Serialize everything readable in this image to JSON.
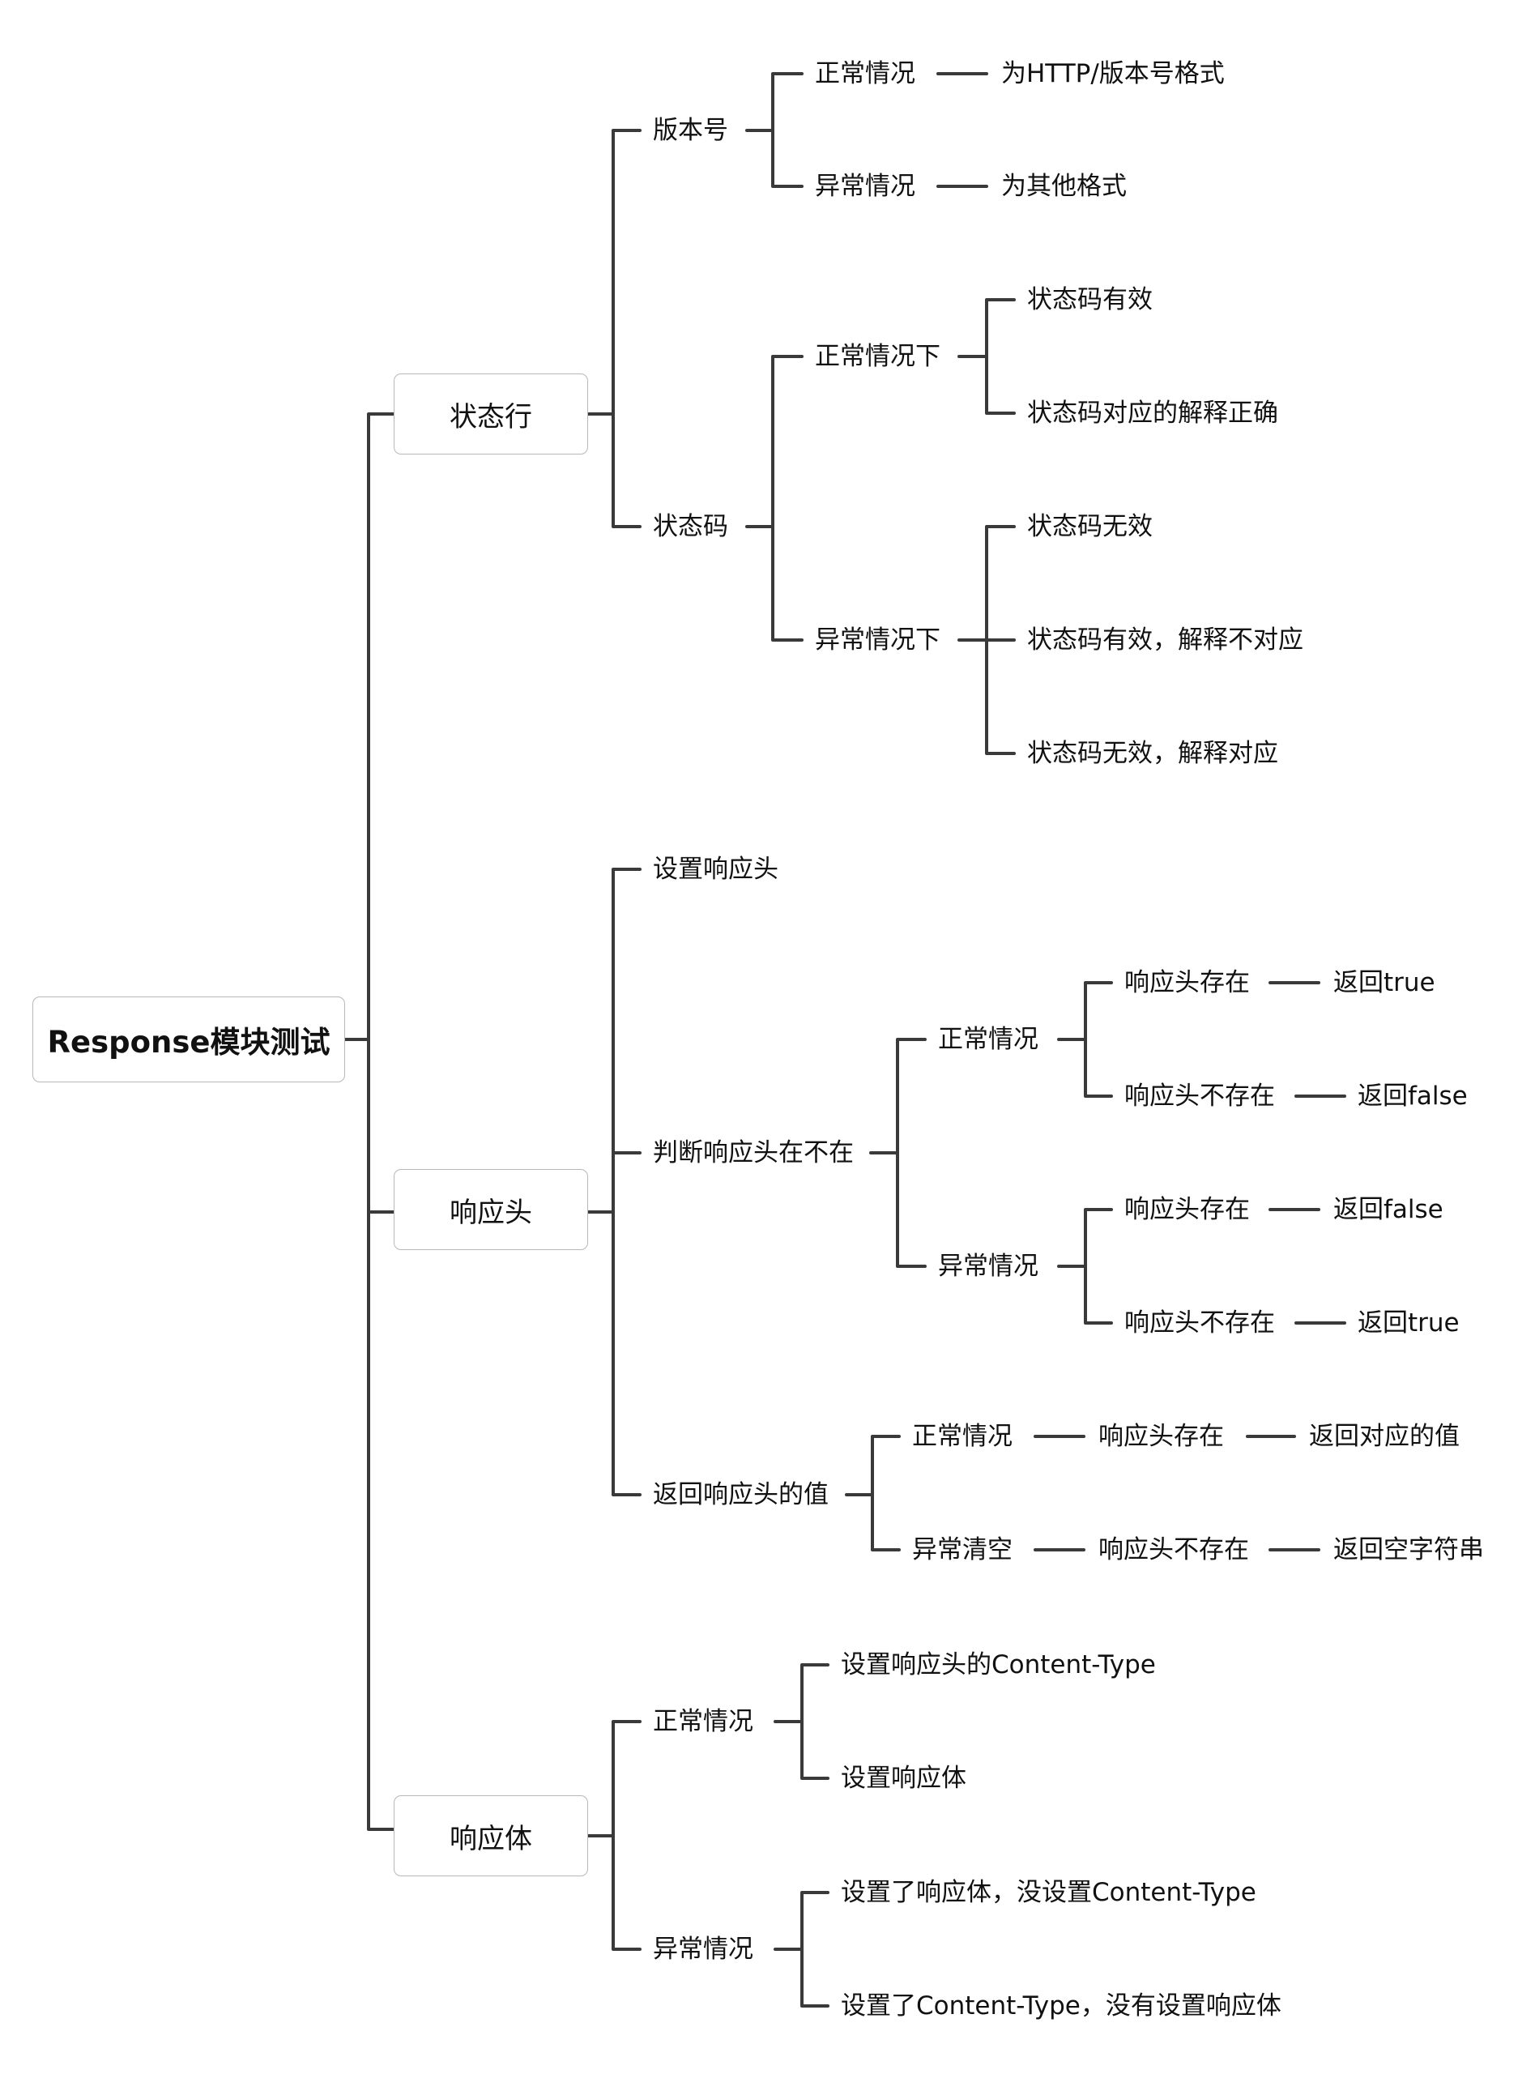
{
  "root": "Response模块测试",
  "branches": {
    "status_line": {
      "label": "状态行",
      "version": {
        "label": "版本号",
        "normal": "正常情况",
        "normal_result": "为HTTP/版本号格式",
        "abnormal": "异常情况",
        "abnormal_result": "为其他格式"
      },
      "status_code": {
        "label": "状态码",
        "normal": "正常情况下",
        "normal_items": [
          "状态码有效",
          "状态码对应的解释正确"
        ],
        "abnormal": "异常情况下",
        "abnormal_items": [
          "状态码无效",
          "状态码有效，解释不对应",
          "状态码无效，解释对应"
        ]
      }
    },
    "response_header": {
      "label": "响应头",
      "set": "设置响应头",
      "judge": {
        "label": "判断响应头在不在",
        "normal": "正常情况",
        "normal_cases": [
          {
            "cond": "响应头存在",
            "result": "返回true"
          },
          {
            "cond": "响应头不存在",
            "result": "返回false"
          }
        ],
        "abnormal": "异常情况",
        "abnormal_cases": [
          {
            "cond": "响应头存在",
            "result": "返回false"
          },
          {
            "cond": "响应头不存在",
            "result": "返回true"
          }
        ]
      },
      "get": {
        "label": "返回响应头的值",
        "normal": "正常情况",
        "normal_cond": "响应头存在",
        "normal_result": "返回对应的值",
        "abnormal": "异常清空",
        "abnormal_cond": "响应头不存在",
        "abnormal_result": "返回空字符串"
      }
    },
    "response_body": {
      "label": "响应体",
      "normal": "正常情况",
      "normal_items": [
        "设置响应头的Content-Type",
        "设置响应体"
      ],
      "abnormal": "异常情况",
      "abnormal_items": [
        "设置了响应体，没设置Content-Type",
        "设置了Content-Type，没有设置响应体"
      ]
    }
  }
}
